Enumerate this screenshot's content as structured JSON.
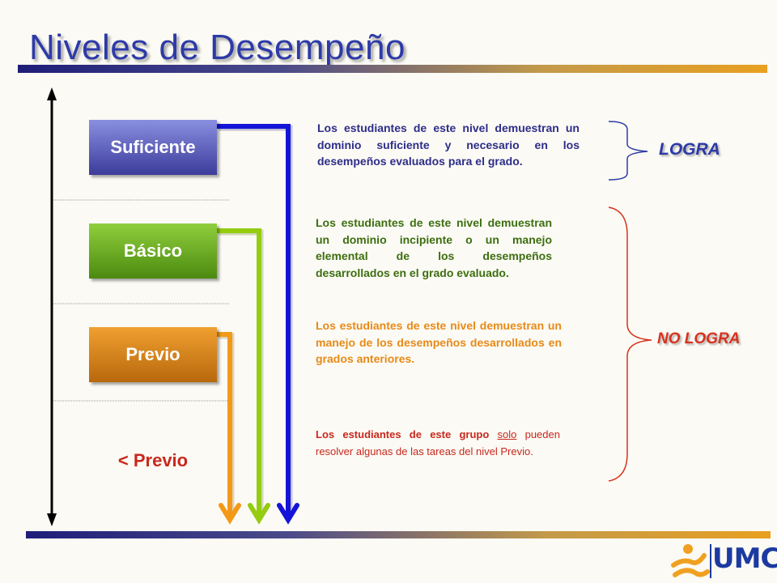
{
  "title": "Niveles de Desempeño",
  "levels": [
    {
      "label": "Suficiente",
      "color": "#3c3c9c"
    },
    {
      "label": "Básico",
      "color": "#4c8a10"
    },
    {
      "label": "Previo",
      "color": "#b8680c"
    }
  ],
  "below_label": "< Previo",
  "descriptions": {
    "suficiente": "Los estudiantes de este nivel demuestran un dominio suficiente y necesario en los desempeños evaluados para el grado.",
    "basico": "Los estudiantes de este nivel demuestran un dominio incipiente o un manejo elemental de los desempeños desarrollados en el grado evaluado.",
    "previo": "Los estudiantes de este nivel demuestran un manejo de los desempeños desarrollados en grados anteriores.",
    "below_prefix": "Los estudiantes de este grupo",
    "below_underlined": "solo",
    "below_suffix": "pueden resolver algunas de las tareas del nivel Previo."
  },
  "brackets": {
    "logra": "LOGRA",
    "no_logra": "NO LOGRA"
  },
  "logo": {
    "text": "UMC",
    "icon": "runner-icon"
  },
  "colors": {
    "title": "#2d3aa8",
    "arrow_blue": "#1414d8",
    "arrow_green": "#94cc10",
    "arrow_orange": "#f29a18",
    "no_logra": "#d8321e"
  }
}
